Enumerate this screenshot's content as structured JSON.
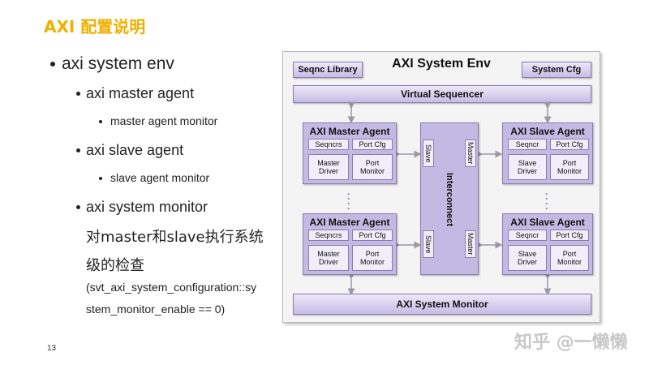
{
  "slide": {
    "title": "AXI 配置说明",
    "page_number": "13",
    "watermark": "知乎 @一懒懒"
  },
  "bullets": [
    {
      "level": 1,
      "text": "axi system env"
    },
    {
      "level": 2,
      "text": "axi master agent"
    },
    {
      "level": 3,
      "text": "master agent monitor"
    },
    {
      "level": 2,
      "text": "axi slave agent"
    },
    {
      "level": 3,
      "text": "slave agent monitor"
    },
    {
      "level": 2,
      "text": "axi system monitor"
    }
  ],
  "continuation": {
    "line1": "对master和slave执行系统",
    "line2": "级的检查",
    "line3": "(svt_axi_system_configuration::sy",
    "line4": "stem_monitor_enable == 0)"
  },
  "diagram": {
    "title": "AXI System Env",
    "seqnc_library": "Seqnc Library",
    "system_cfg": "System Cfg",
    "virtual_sequencer": "Virtual Sequencer",
    "system_monitor": "AXI System Monitor",
    "interconnect": "Interconnect",
    "interconnect_slave_port": "Slave",
    "interconnect_master_port": "Master",
    "master_agent": {
      "title": "AXI Master Agent",
      "seqncrs": "Seqncrs",
      "port_cfg": "Port Cfg",
      "driver_1": "Master",
      "driver_2": "Driver",
      "monitor_1": "Port",
      "monitor_2": "Monitor"
    },
    "slave_agent": {
      "title": "AXI Slave Agent",
      "seqncr": "Seqncr",
      "port_cfg": "Port Cfg",
      "driver_1": "Slave",
      "driver_2": "Driver",
      "monitor_1": "Port",
      "monitor_2": "Monitor"
    },
    "colors": {
      "box_fill": "#c3bae3",
      "box_border": "#8a7fb0",
      "arrow": "#9a9aa6"
    }
  }
}
